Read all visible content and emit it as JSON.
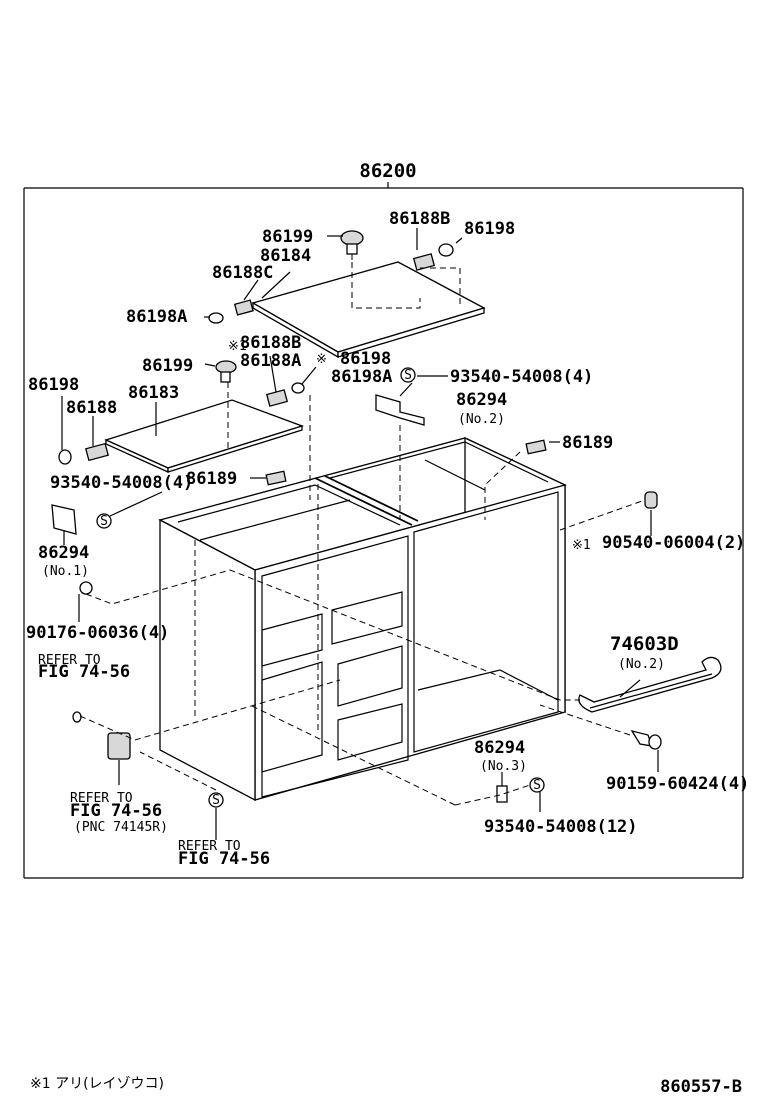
{
  "diagram": {
    "main_assembly": "86200",
    "labels": {
      "p86199_top": "86199",
      "p86184": "86184",
      "p86188C": "86188C",
      "p86188B_top": "86188B",
      "p86198_top": "86198",
      "p86198A_left": "86198A",
      "mark_86188B_mid": "※1",
      "p86188B_mid": "86188B",
      "p86199_mid": "86199",
      "p86188A": "86188A",
      "mark_86198_mid": "※",
      "p86198_mid": "86198",
      "p86198A_mid": "86198A",
      "p93540_top": "93540-54008(4)",
      "p86294_top": "86294",
      "p86294_top_no": "(No.2)",
      "p86198_left": "86198",
      "p86188": "86188",
      "p86183": "86183",
      "p86189_right": "86189",
      "p93540_left": "93540-54008(4)",
      "p86189_mid": "86189",
      "p86294_left": "86294",
      "p86294_left_no": "(No.1)",
      "mark_90540": "※1",
      "p90540": "90540-06004(2)",
      "p90176": "90176-06036(4)",
      "p74603D": "74603D",
      "p74603D_no": "(No.2)",
      "refer1_a": "REFER TO",
      "refer1_b": "FIG 74-56",
      "p86294_bottom": "86294",
      "p86294_bottom_no": "(No.3)",
      "p90159": "90159-60424(4)",
      "refer2_a": "REFER TO",
      "refer2_b": "FIG 74-56",
      "refer2_c": "(PNC 74145R)",
      "p93540_bottom": "93540-54008(12)",
      "refer3_a": "REFER TO",
      "refer3_b": "FIG 74-56"
    },
    "footnote": "※1 アリ(レイゾウコ)",
    "drawing_id": "860557-B"
  }
}
